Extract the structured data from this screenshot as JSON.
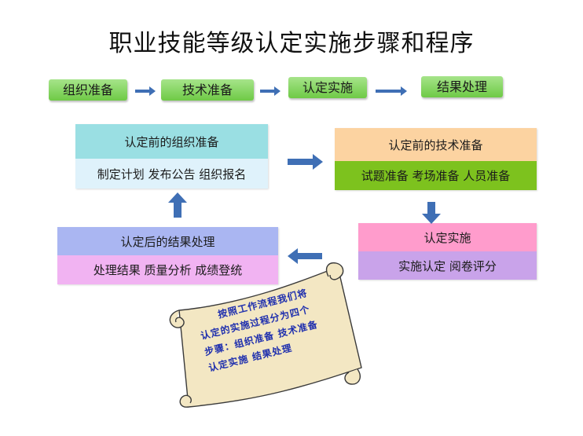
{
  "title": "职业技能等级认定实施步骤和程序",
  "steps": [
    "组织准备",
    "技术准备",
    "认定实施",
    "结果处理"
  ],
  "boxes": {
    "org": {
      "header": "认定前的组织准备",
      "body": "制定计划  发布公告   组织报名"
    },
    "tech": {
      "header": "认定前的技术准备",
      "body": "试题准备    考场准备  人员准备"
    },
    "impl": {
      "header": "认定实施",
      "body": "实施认定    阅卷评分"
    },
    "result": {
      "header": "认定后的结果处理",
      "body": "处理结果  质量分析    成绩登统"
    }
  },
  "scroll": {
    "lines": [
      "按照工作流程我们将",
      "认定的实施过程分为四个",
      "步骤：组织准备  技术准备",
      "认定实施  结果处理"
    ]
  },
  "colors": {
    "step_pill": "#8ad868",
    "org_header": "#9adfe3",
    "org_body": "#dff2fb",
    "tech_header": "#fcd3a1",
    "tech_body": "#7dc21e",
    "impl_header": "#ff9ccc",
    "impl_body": "#c9a3ea",
    "result_header": "#aab6f2",
    "result_body": "#f1b3f2",
    "arrow": "#3f6fb5",
    "scroll_fill": "#f3e7c3",
    "scroll_text": "#1f2fae"
  }
}
